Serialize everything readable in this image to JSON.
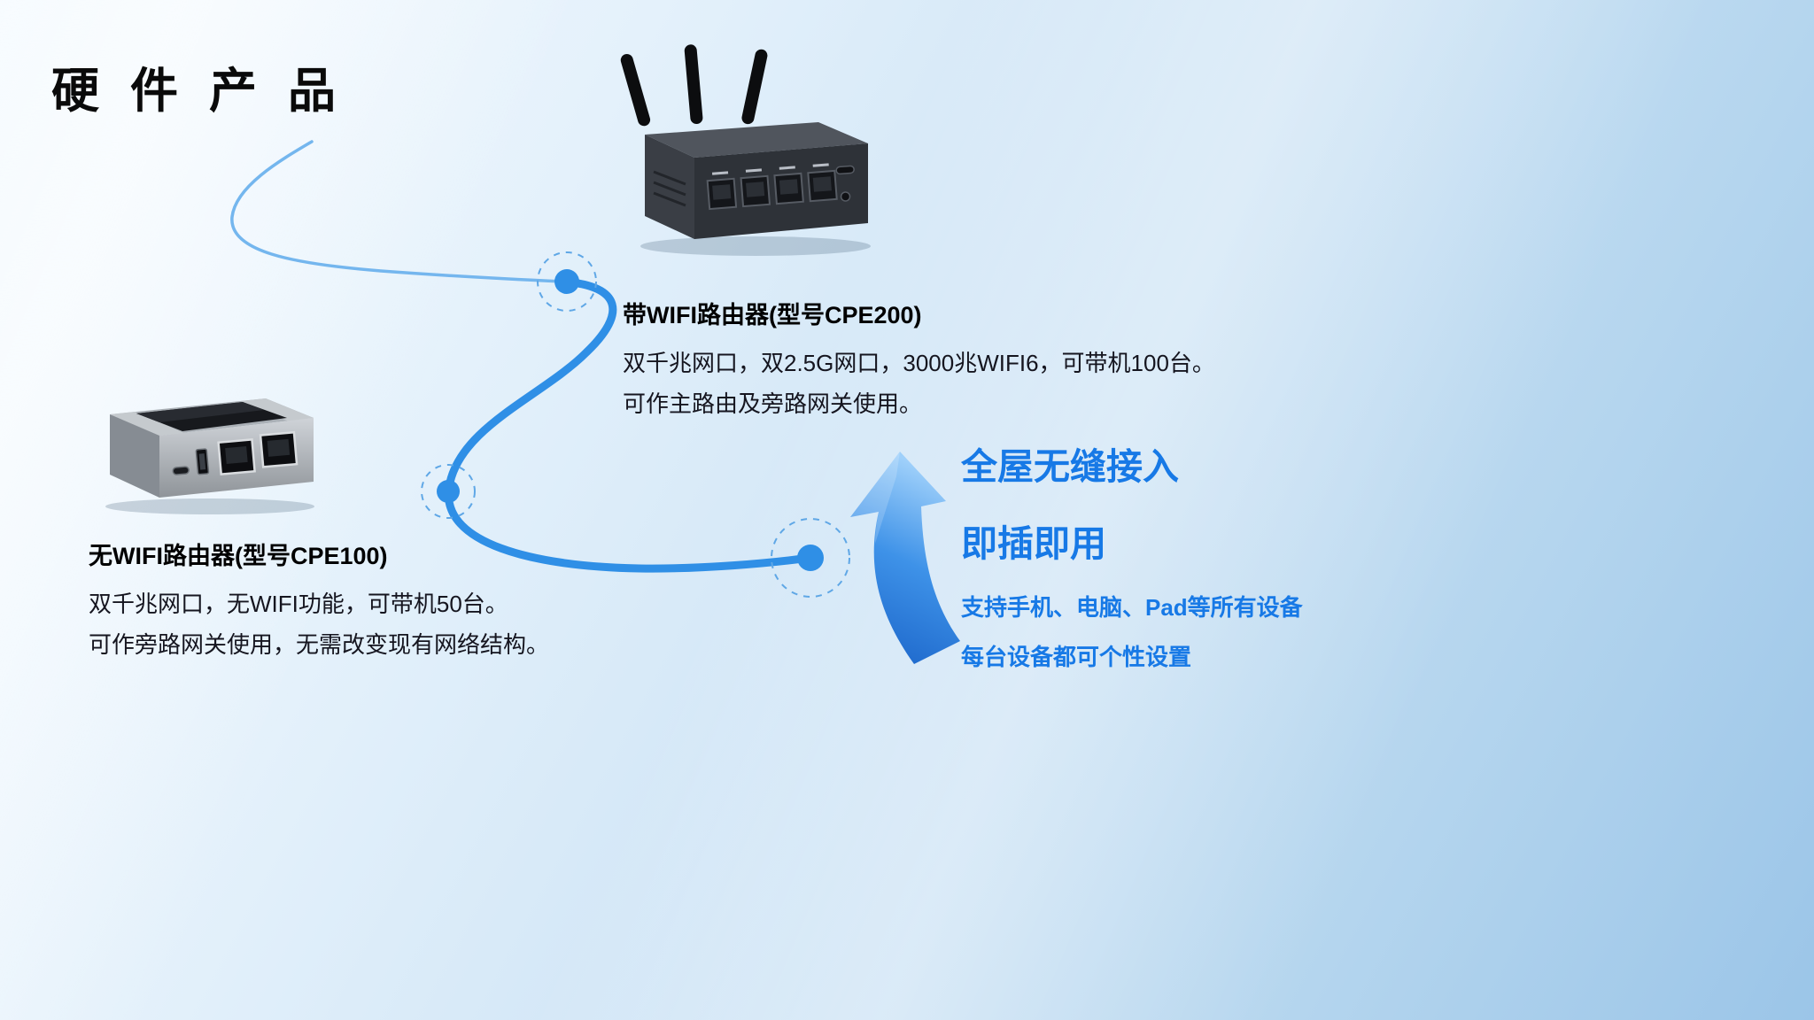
{
  "page": {
    "title": "硬 件 产 品"
  },
  "products": {
    "cpe200": {
      "name": "带WIFI路由器(型号CPE200)",
      "lines": [
        "双千兆网口，双2.5G网口，3000兆WIFI6，可带机100台。",
        "可作主路由及旁路网关使用。"
      ]
    },
    "cpe100": {
      "name": "无WIFI路由器(型号CPE100)",
      "lines": [
        "双千兆网口，无WIFI功能，可带机50台。",
        "可作旁路网关使用，无需改变现有网络结构。"
      ]
    }
  },
  "highlights": {
    "headline_1": "全屋无缝接入",
    "headline_2": "即插即用",
    "sub_1": "支持手机、电脑、Pad等所有设备",
    "sub_2": "每台设备都可个性设置"
  },
  "colors": {
    "accent_blue": "#1779e6",
    "connector_blue": "#2f8fe6",
    "title_black": "#0a0a0a",
    "background_light": "#e4f1fb",
    "background_deep": "#9bc5e8"
  }
}
